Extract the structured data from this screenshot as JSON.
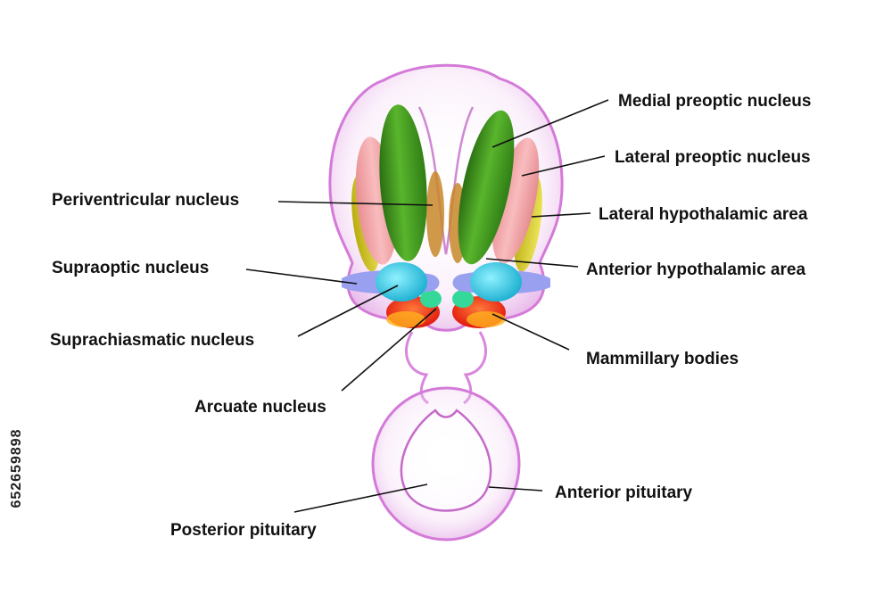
{
  "labels": {
    "medial_preoptic": "Medial preoptic nucleus",
    "lateral_preoptic": "Lateral preoptic nucleus",
    "periventricular": "Periventricular nucleus",
    "lateral_hypothalamic": "Lateral hypothalamic area",
    "supraoptic": "Supraoptic nucleus",
    "anterior_hypothalamic": "Anterior hypothalamic area",
    "suprachiasmatic": "Suprachiasmatic nucleus",
    "mammillary": "Mammillary bodies",
    "arcuate": "Arcuate nucleus",
    "anterior_pituitary": "Anterior pituitary",
    "posterior_pituitary": "Posterior pituitary"
  },
  "stock_id": "652659898",
  "colors": {
    "membrane": "#d47ad8",
    "medial_preoptic": "#3f9a1e",
    "lateral_preoptic": "#f4a3a6",
    "lateral_hypothalamic": "#d9d01e",
    "supraoptic": "#9aa0f0",
    "suprachiasmatic": "#36d3ec",
    "arcuate": "#34d99a",
    "mammillary": "#ff3b1f"
  }
}
